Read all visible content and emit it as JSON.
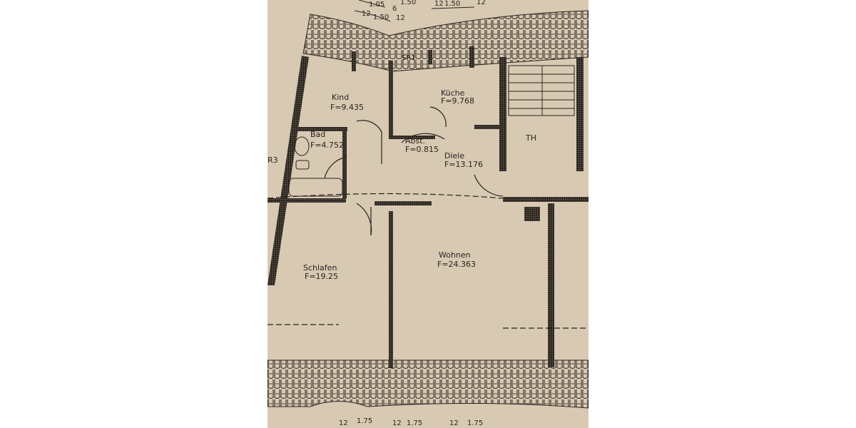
{
  "rooms": [
    {
      "name": "Kind",
      "area": "F=9.435"
    },
    {
      "name": "Küche",
      "area": "F=9.768"
    },
    {
      "name": "Bad",
      "area": "F=4.752"
    },
    {
      "name": "Abst.",
      "area": "F=0.815"
    },
    {
      "name": "Diele",
      "area": "F=13.176"
    },
    {
      "name": "Schlafen",
      "area": "F=19.25"
    },
    {
      "name": "Wohnen",
      "area": "F=24.363"
    },
    {
      "name": "TH",
      "area": ""
    }
  ],
  "marks": {
    "r3": "R3",
    "sr1": "SR1"
  },
  "dimensions_top": [
    "12",
    "1.50",
    "1.05",
    "6",
    "12",
    "1.50",
    "12",
    "1.50",
    "12"
  ],
  "dimensions_bottom": [
    "12",
    "1.75",
    "12",
    "1.75",
    "12",
    "1.75"
  ],
  "colors": {
    "paper": "#d8c9b3",
    "ink": "#2a241e"
  }
}
